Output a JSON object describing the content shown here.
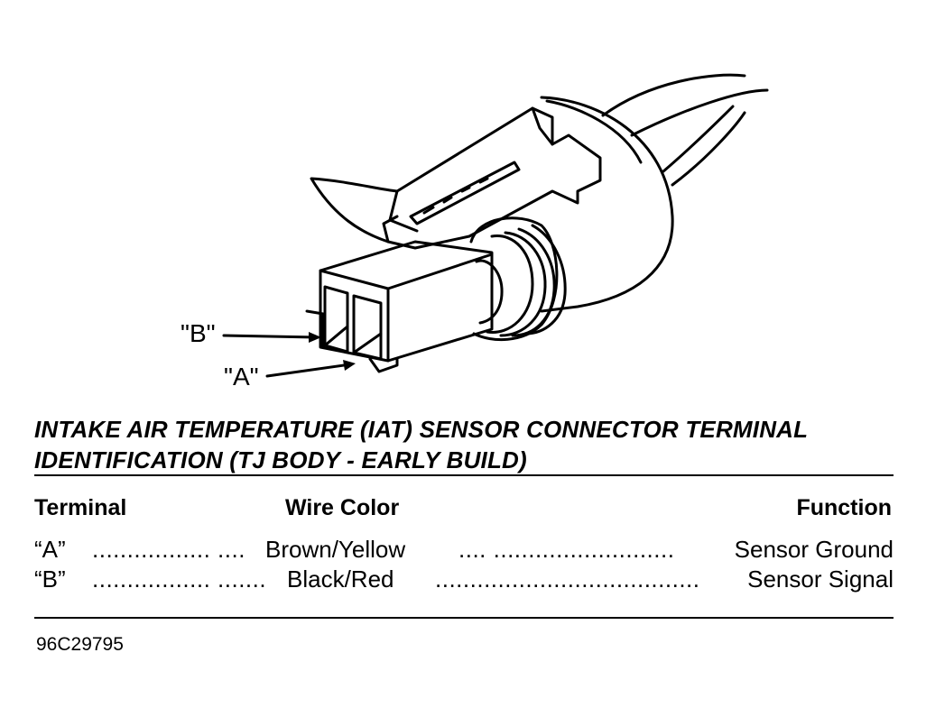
{
  "callouts": {
    "b": "\"B\"",
    "a": "\"A\""
  },
  "title": {
    "line1": "INTAKE AIR TEMPERATURE (IAT) SENSOR CONNECTOR TERMINAL",
    "line2": "IDENTIFICATION (TJ BODY - EARLY BUILD)"
  },
  "table": {
    "headers": {
      "terminal": "Terminal",
      "wire_color": "Wire Color",
      "function": "Function"
    },
    "rows": [
      {
        "terminal": "“A”",
        "dots1": "................. ....",
        "wire_color": "Brown/Yellow",
        "dots2": ".... ..........................",
        "function": "Sensor Ground"
      },
      {
        "terminal": "“B”",
        "dots1": "................. .......",
        "wire_color": "Black/Red",
        "dots2": "......................................",
        "function": "Sensor Signal"
      }
    ]
  },
  "figure_id": "96C29795"
}
